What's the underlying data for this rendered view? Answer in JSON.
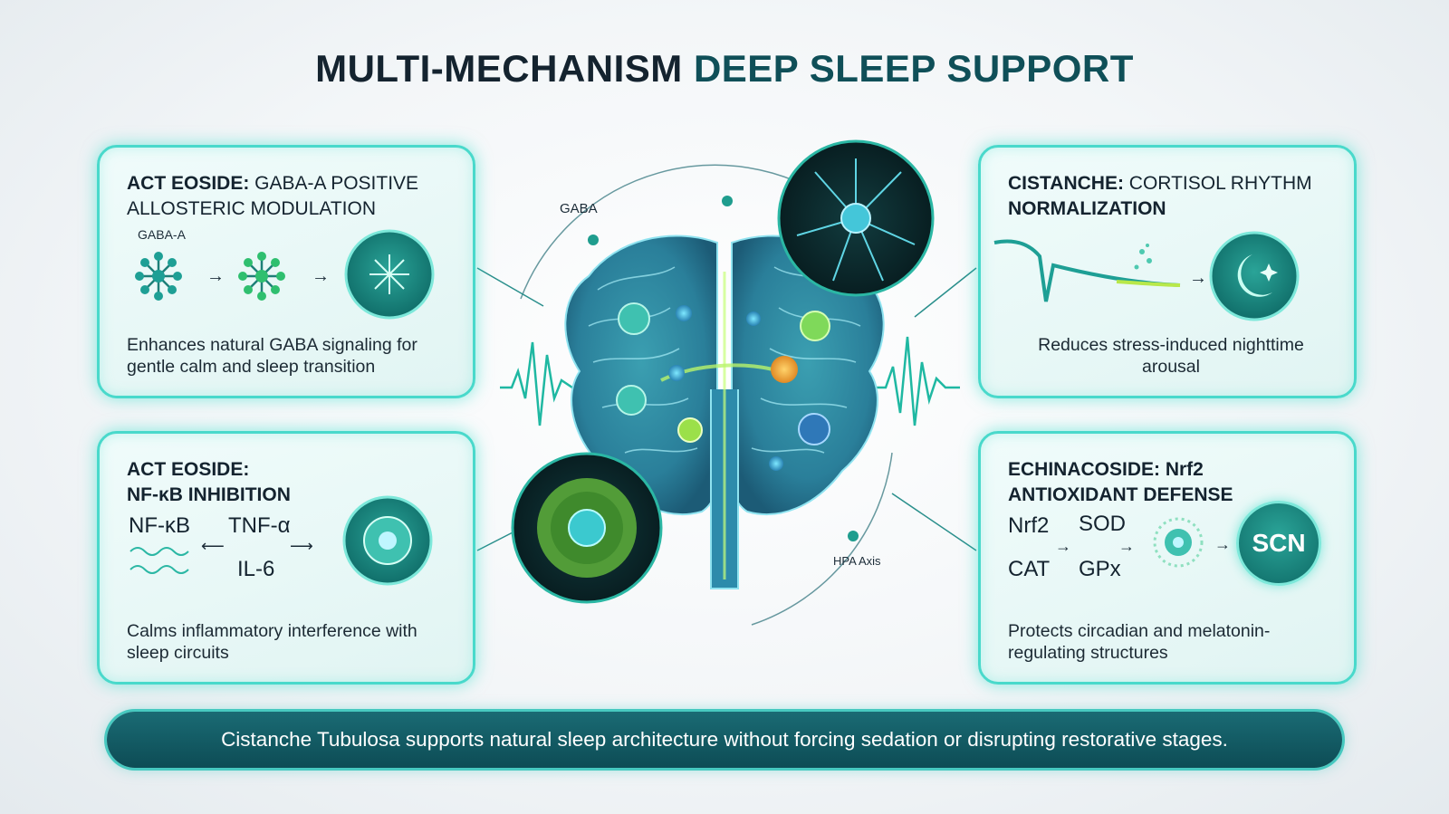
{
  "title": {
    "part1": "MULTI-MECHANISM",
    "part2": "DEEP SLEEP SUPPORT"
  },
  "cards": {
    "top_left": {
      "title_bold": "ACT EOSIDE:",
      "title_rest": " GABA-A POSITIVE ALLOSTERIC MODULATION",
      "small_label": "GABA-A",
      "description": "Enhances natural GABA signaling for gentle calm and sleep transition"
    },
    "top_right": {
      "title_bold": "CISTANCHE:",
      "title_rest": " CORTISOL RHYTHM",
      "title_line2": "NORMALIZATION",
      "description": "Reduces stress-induced nighttime arousal"
    },
    "bottom_left": {
      "title_line1": "ACT EOSIDE:",
      "title_line2": "NF-κB INHIBITION",
      "labels": {
        "nfkb": "NF-κB",
        "tnf": "TNF-α",
        "il6": "IL-6"
      },
      "description": "Calms inflammatory interference with sleep circuits"
    },
    "bottom_right": {
      "title_line1": "ECHINACOSIDE: Nrf2",
      "title_line2": "ANTIOXIDANT DEFENSE",
      "labels": {
        "nrf2": "Nrf2",
        "sod": "SOD",
        "cat": "CAT",
        "gpx": "GPx",
        "scn": "SCN"
      },
      "description": "Protects circadian and melatonin-regulating structures"
    }
  },
  "center": {
    "gaba_label": "GABA",
    "hpa_label": "HPA Axis"
  },
  "banner": "Cistanche Tubulosa supports natural sleep architecture without forcing sedation or disrupting restorative stages.",
  "colors": {
    "accent": "#49d9cb",
    "dark_teal": "#0d4c55",
    "title": "#14232f"
  }
}
